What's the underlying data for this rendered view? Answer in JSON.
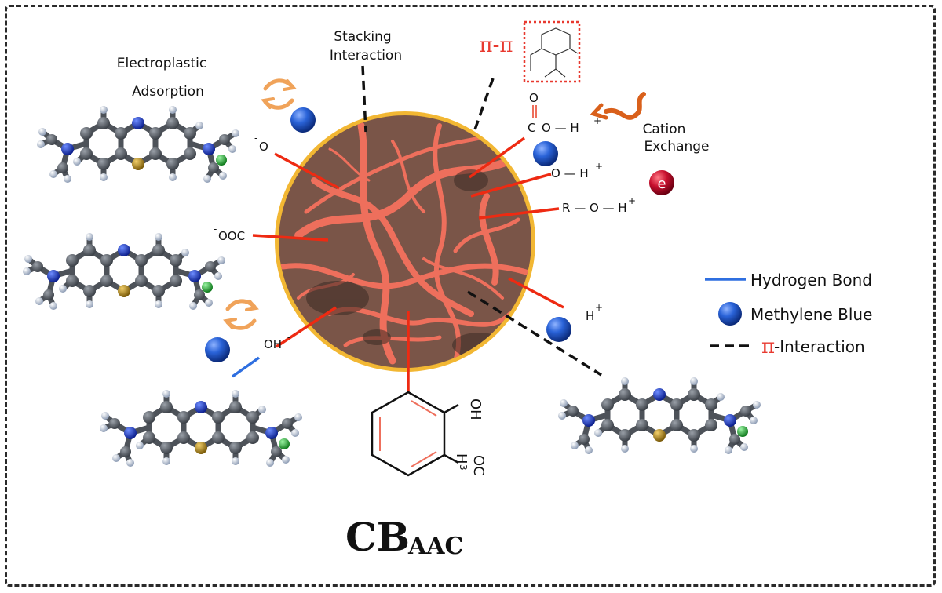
{
  "labels": {
    "stacking_line1": "Stacking",
    "stacking_line2": "Interaction",
    "pi_pi_prefix": "π-π",
    "electro_line1": "Electroplastic",
    "electro_line2": "Adsorption",
    "cation_line1": "Cation",
    "cation_line2": "Exchange",
    "o_minus": "O",
    "o_minus_sup": "-",
    "ooc": "OOC",
    "ooc_sup": "-",
    "oh_minus": "OH",
    "oh_minus_sup": "-",
    "carboxyl_O": "O",
    "carboxyl_C": "C",
    "carboxyl_tail": "O — H",
    "carboxyl_sup": "+",
    "oh_plus": "O — H",
    "oh_plus_sup": "+",
    "roh": "R — O — H",
    "roh_sup": "+",
    "h_plus": "H",
    "h_plus_sup": "+",
    "electron": "e",
    "ring_oh": "OH",
    "ring_och3_a": "OC",
    "ring_och3_b": "H",
    "ring_och3_c": "3",
    "title_main": "CB",
    "title_sub": "AAC"
  },
  "legend": {
    "hydrogen_bond": "Hydrogen Bond",
    "methylene_blue": "Methylene Blue",
    "pi_prefix": "π",
    "pi_interaction": "-Interaction"
  },
  "colors": {
    "carbon_core": "#7a5548",
    "fiber": "#ee6f5c",
    "rim": "#f2b733",
    "bond_red": "#ee2a12",
    "pi_red": "#e8392f",
    "hbond_blue": "#2f6fe0",
    "mb_ball": "#1f5bd0",
    "atom_grey": "#5a5f66",
    "atom_h": "#b9c4d6",
    "atom_n": "#1e3fd6",
    "atom_s": "#b28a1e",
    "atom_cl": "#2bc23a",
    "arrow_orange": "#f0a35a",
    "cation_arrow": "#d9601b",
    "electron": "#c8102e"
  }
}
